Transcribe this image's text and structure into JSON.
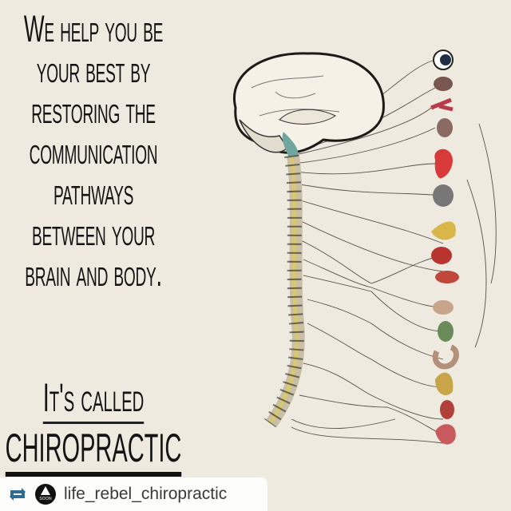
{
  "headline": {
    "lines": [
      "We help you be",
      "your best by",
      "restoring the",
      "communication",
      "pathways",
      "between your",
      "brain and body."
    ]
  },
  "cta": {
    "line1": "It's called",
    "line2": "Chiropractic"
  },
  "credit": {
    "repost_icon": "repost-icon",
    "avatar_icon": "soon-triangle-logo",
    "avatar_text": "SOON",
    "username": "life_rebel_chiropractic",
    "repost_color": "#2f6b94"
  },
  "illustration": {
    "subject": "nervous-system-anatomy",
    "organ_color": "#c93a35",
    "nerve_color": "#555049"
  }
}
